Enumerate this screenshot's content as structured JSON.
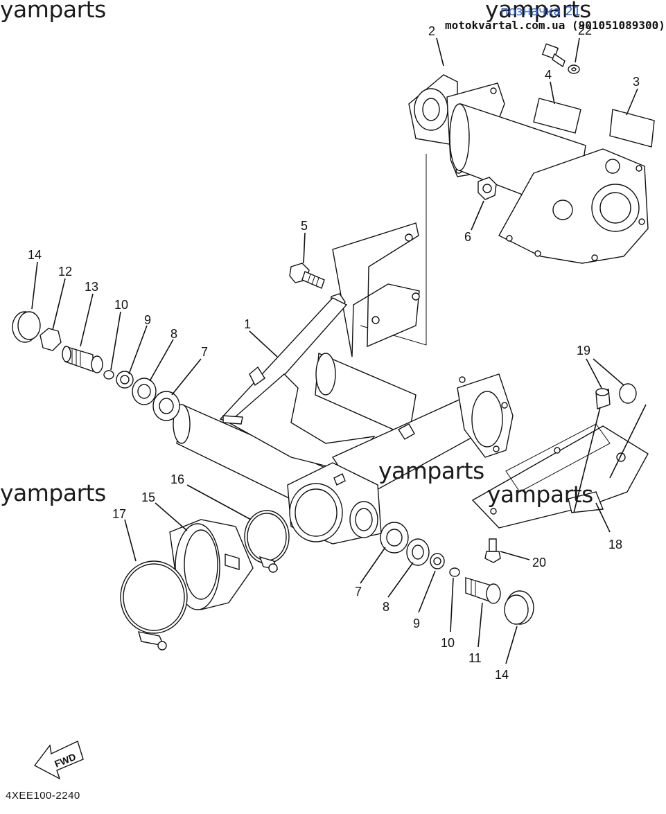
{
  "watermarks": [
    "yamparts",
    "yamparts",
    "yamparts",
    "yamparts",
    "yamparts"
  ],
  "overlay": {
    "title": "позначка 21",
    "subtitle": "motokvartal.com.ua (901051089300)"
  },
  "diagram_code": "4XEE100-2240",
  "fwd_label": "FWD",
  "callouts": {
    "c1": "1",
    "c2": "2",
    "c3": "3",
    "c4": "4",
    "c5": "5",
    "c6": "6",
    "c7a": "7",
    "c7b": "7",
    "c8a": "8",
    "c8b": "8",
    "c9a": "9",
    "c9b": "9",
    "c10a": "10",
    "c10b": "10",
    "c11": "11",
    "c12": "12",
    "c13": "13",
    "c14a": "14",
    "c14b": "14",
    "c15": "15",
    "c16": "16",
    "c17": "17",
    "c18": "18",
    "c19": "19",
    "c20": "20",
    "c22": "22"
  }
}
